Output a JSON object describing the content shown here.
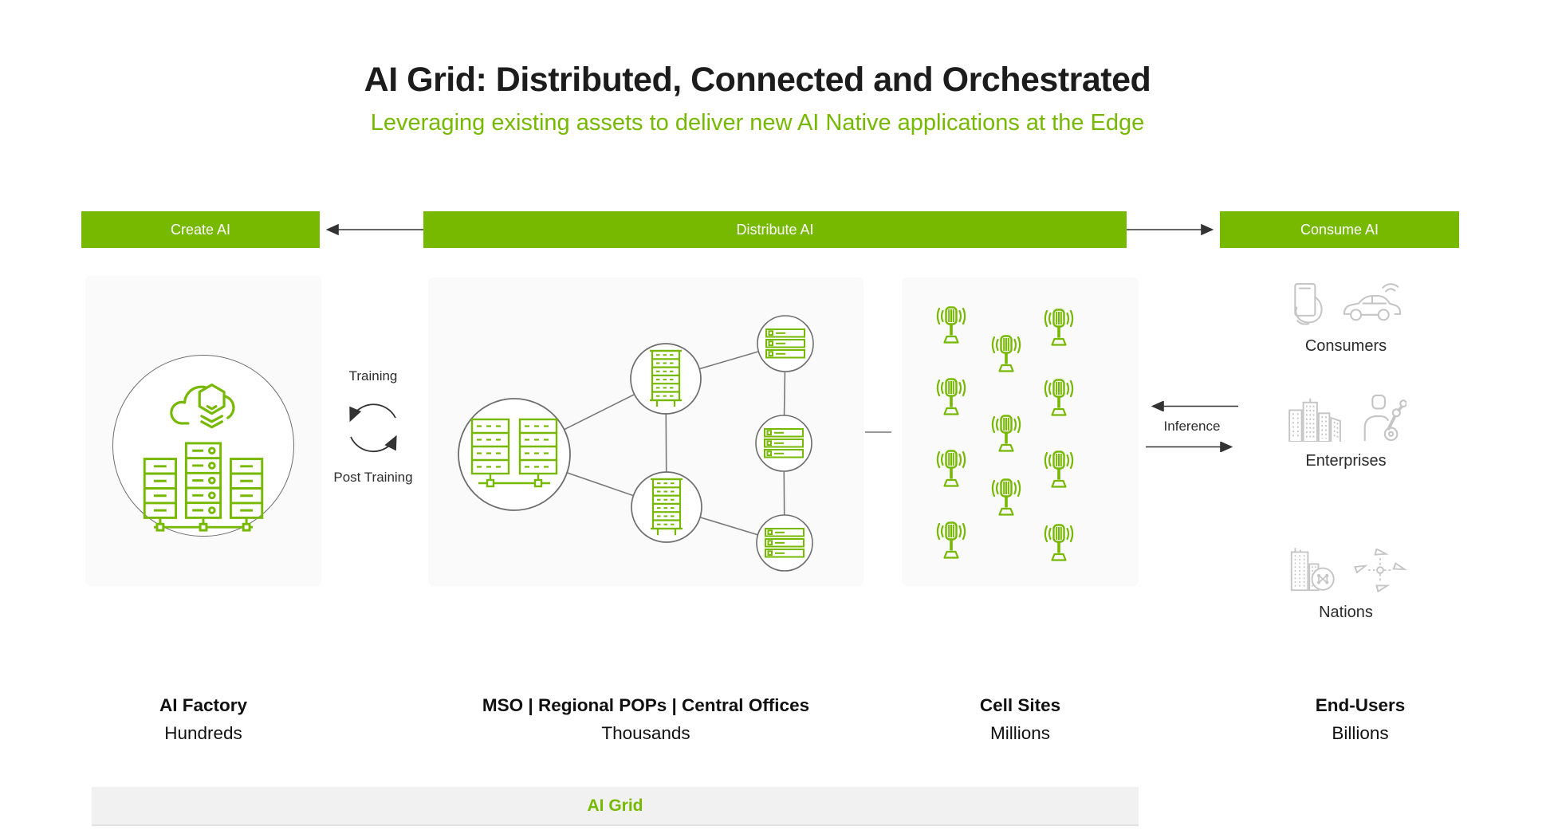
{
  "title": "AI Grid: Distributed, Connected and Orchestrated",
  "subtitle": "Leveraging existing assets to deliver new AI Native applications at the Edge",
  "banners": {
    "create": "Create AI",
    "distribute": "Distribute AI",
    "consume": "Consume AI"
  },
  "training": {
    "top": "Training",
    "bottom": "Post Training"
  },
  "inference": {
    "label": "Inference"
  },
  "columns": [
    {
      "title": "AI Factory",
      "scale": "Hundreds"
    },
    {
      "title": "MSO | Regional POPs | Central Offices",
      "scale": "Thousands"
    },
    {
      "title": "Cell Sites",
      "scale": "Millions"
    },
    {
      "title": "End-Users",
      "scale": "Billions"
    }
  ],
  "end_users": [
    {
      "label": "Consumers",
      "icons": [
        "smartphone-hand-icon",
        "connected-car-icon"
      ]
    },
    {
      "label": "Enterprises",
      "icons": [
        "city-buildings-icon",
        "robot-arm-icon"
      ]
    },
    {
      "label": "Nations",
      "icons": [
        "smart-city-icon",
        "surveillance-network-icon"
      ]
    }
  ],
  "footer": {
    "label": "AI Grid"
  },
  "diagram": {
    "factory_icons": [
      "ai-cloud-icon",
      "server-racks-icon"
    ],
    "network_node_icons": [
      "double-server-rack-icon",
      "server-rack-icon",
      "server-stack-icon"
    ],
    "cell_tower_icon": "cell-tower-icon",
    "cell_tower_count": 11
  },
  "colors": {
    "nvidia_green": "#76b900",
    "title_text": "#1c1c1c",
    "panel_bg": "#fafafa",
    "footer_bg": "#f1f1f1",
    "end_user_icon_gray": "#c5c5c5"
  }
}
